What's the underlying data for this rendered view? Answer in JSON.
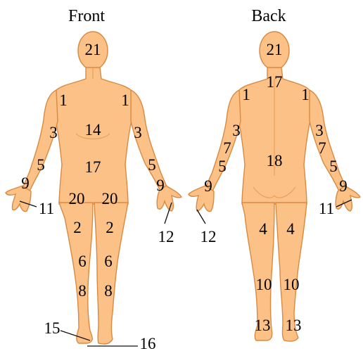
{
  "titles": {
    "front": "Front",
    "back": "Back"
  },
  "front_labels": {
    "head": "21",
    "shoulder_l": "1",
    "shoulder_r": "1",
    "upper_arm_l": "3",
    "upper_arm_r": "3",
    "chest": "14",
    "elbow_l": "5",
    "elbow_r": "5",
    "abdomen": "17",
    "wrist_l": "9",
    "wrist_r": "9",
    "hand_l": "11",
    "hand_r": "12",
    "groin_l": "20",
    "groin_r": "20",
    "thigh_l": "2",
    "thigh_r": "2",
    "knee_l": "6",
    "knee_r": "6",
    "shin_l": "8",
    "shin_r": "8",
    "ankle": "15",
    "foot": "16"
  },
  "back_labels": {
    "head": "21",
    "neck": "17",
    "shoulder_l": "1",
    "shoulder_r": "1",
    "upper_arm_l": "3",
    "upper_arm_r": "3",
    "forearm_l": "7",
    "forearm_r": "7",
    "elbow_l": "5",
    "elbow_r": "5",
    "back": "18",
    "wrist_l": "9",
    "wrist_r": "9",
    "hand_l": "12",
    "hand_r": "11",
    "thigh_l": "4",
    "thigh_r": "4",
    "calf_l": "10",
    "calf_r": "10",
    "ankle_l": "13",
    "ankle_r": "13"
  },
  "colors": {
    "skin": "#fbc187",
    "outline": "#d98a40",
    "text": "#000000"
  }
}
